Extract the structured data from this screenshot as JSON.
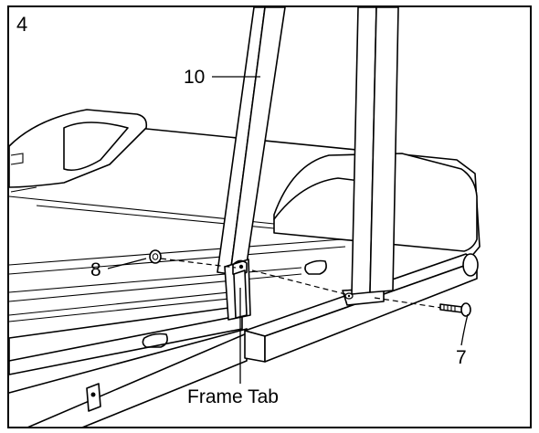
{
  "step": {
    "number": "4"
  },
  "callouts": {
    "upright": "10",
    "nut": "8",
    "bolt": "7",
    "frame_tab": "Frame Tab"
  }
}
